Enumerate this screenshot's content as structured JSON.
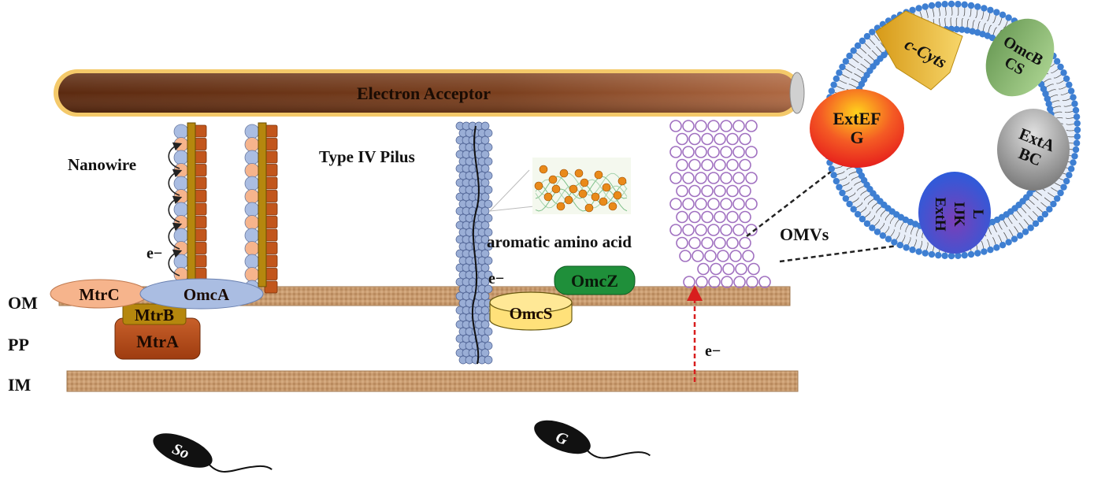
{
  "labels": {
    "electron_acceptor": "Electron Acceptor",
    "om": "OM",
    "pp": "PP",
    "im": "IM",
    "nanowire": "Nanowire",
    "electron_nanowire": "e−",
    "electron_pilus": "e−",
    "electron_omv": "e−",
    "type_iv_pilus": "Type IV Pilus",
    "aromatic_amino_acid": "aromatic amino acid",
    "omvs": "OMVs"
  },
  "proteins": {
    "mtrc": "MtrC",
    "omca": "OmcA",
    "mtrb": "MtrB",
    "mtra": "MtrA",
    "omcs": "OmcS",
    "omcz": "OmcZ"
  },
  "vesicle": {
    "c_cyts": "c-Cyts",
    "omcb_1": "OmcB",
    "omcb_2": "CS",
    "extef_1": "ExtEF",
    "extef_2": "G",
    "exta_1": "ExtA",
    "exta_2": "BC",
    "exth_1": "ExtH",
    "exth_2": "IJK",
    "exth_3": "L"
  },
  "bacteria": {
    "so": "So",
    "g": "G"
  },
  "colors": {
    "acceptor_dark": "#5c2a10",
    "acceptor_light": "#a8603a",
    "acceptor_border": "#f4c96a",
    "membrane": "#c79a6f",
    "mtrc": "#f6b48c",
    "omca": "#aabde2",
    "mtrb": "#b5870e",
    "mtra": "#b7501a",
    "omcs": "#ffe17a",
    "omcz": "#1f8f3a",
    "c_cyts": "#e7b530",
    "omcb": "#8ab873",
    "extef": "#ef3a22",
    "exta": "#9a9a9a",
    "exth": "#3e4fd2",
    "omv_circle": "#a070c0",
    "pilus": "#9aaed6",
    "lipid_head": "#3e7fd2"
  }
}
